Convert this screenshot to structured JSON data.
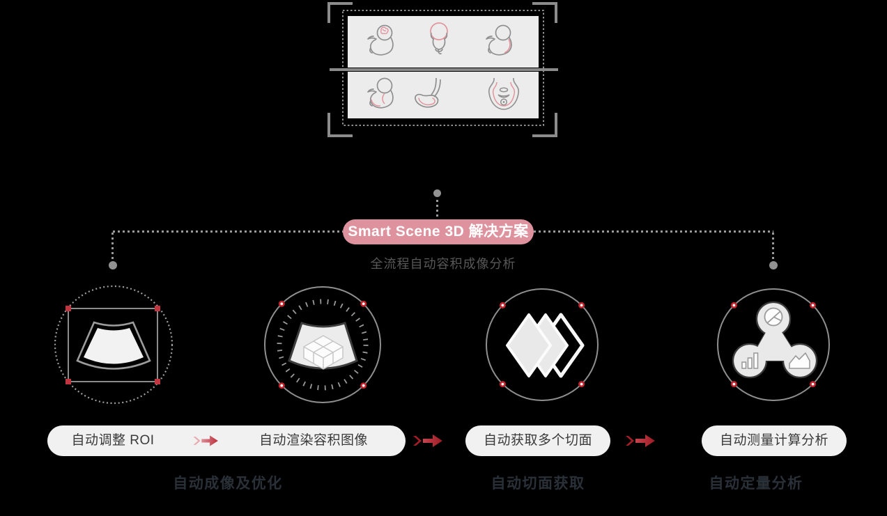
{
  "colors": {
    "background": "#000000",
    "accent_pink": "#dd929d",
    "accent_red": "#b0232c",
    "panel_gray": "#ececec",
    "line_gray": "#8f8f8f",
    "stage_label_gray": "#2a3038"
  },
  "scenarios_box": {
    "icons": [
      {
        "name": "fetus-brain-icon"
      },
      {
        "name": "fetus-head-icon"
      },
      {
        "name": "fetus-spine-icon"
      },
      {
        "name": "fetus-abdomen-icon"
      },
      {
        "name": "gallbladder-icon"
      },
      {
        "name": "pelvic-floor-icon"
      }
    ]
  },
  "solution": {
    "title": "Smart Scene 3D 解决方案",
    "subtitle": "全流程自动容积成像分析"
  },
  "steps": [
    {
      "label": "自动调整 ROI",
      "icon": "roi-adjust-icon"
    },
    {
      "label": "自动渲染容积图像",
      "icon": "volume-render-icon"
    },
    {
      "label": "自动获取多个切面",
      "icon": "multi-slice-icon"
    },
    {
      "label": "自动测量计算分析",
      "icon": "auto-measure-icon"
    }
  ],
  "stages": [
    {
      "label": "自动成像及优化"
    },
    {
      "label": "自动切面获取"
    },
    {
      "label": "自动定量分析"
    }
  ]
}
